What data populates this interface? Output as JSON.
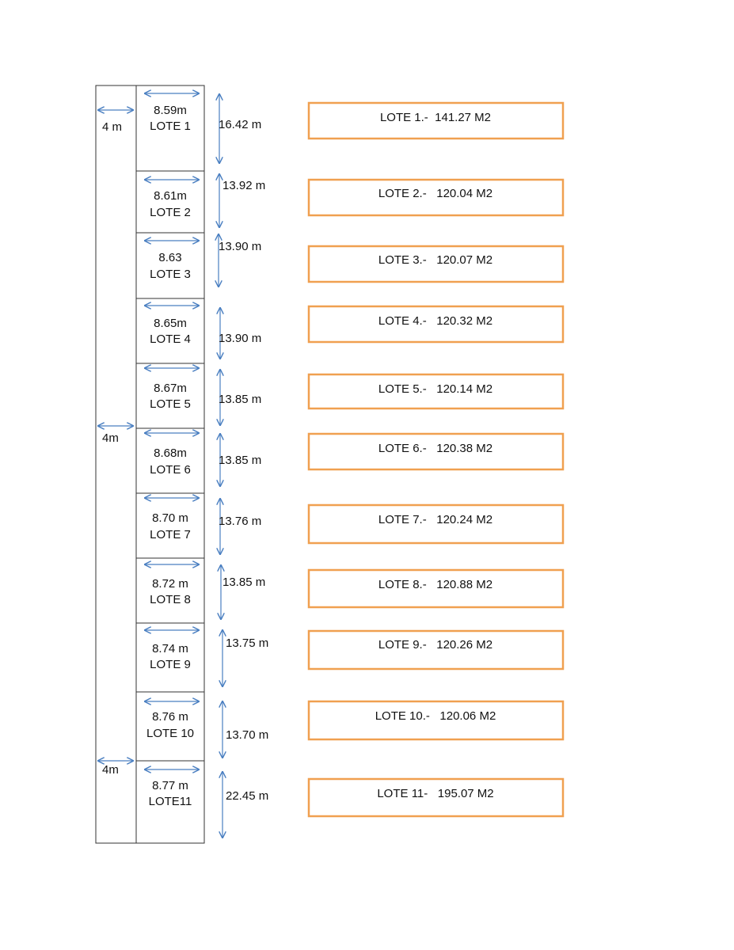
{
  "street_widths": [
    "4 m",
    "4m",
    "4m"
  ],
  "lots": [
    {
      "front": "8.59m",
      "name": "LOTE 1",
      "depth": "16.42 m",
      "area": "LOTE 1.-  141.27 M2"
    },
    {
      "front": "8.61m",
      "name": "LOTE 2",
      "depth": "13.92 m",
      "area": "LOTE 2.-   120.04 M2"
    },
    {
      "front": "8.63",
      "name": "LOTE 3",
      "depth": "13.90 m",
      "area": "LOTE 3.-   120.07 M2"
    },
    {
      "front": "8.65m",
      "name": "LOTE 4",
      "depth": "13.90 m",
      "area": "LOTE 4.-   120.32 M2"
    },
    {
      "front": "8.67m",
      "name": "LOTE 5",
      "depth": "13.85 m",
      "area": "LOTE 5.-   120.14 M2"
    },
    {
      "front": "8.68m",
      "name": "LOTE 6",
      "depth": "13.85 m",
      "area": "LOTE 6.-   120.38 M2"
    },
    {
      "front": "8.70 m",
      "name": "LOTE 7",
      "depth": "13.76 m",
      "area": "LOTE 7.-   120.24 M2"
    },
    {
      "front": "8.72 m",
      "name": "LOTE 8",
      "depth": "13.85 m",
      "area": "LOTE 8.-   120.88 M2"
    },
    {
      "front": "8.74 m",
      "name": "LOTE 9",
      "depth": "13.75 m",
      "area": "LOTE 9.-   120.26 M2"
    },
    {
      "front": "8.76 m",
      "name": "LOTE 10",
      "depth": "13.70 m",
      "area": "LOTE 10.-   120.06 M2"
    },
    {
      "front": "8.77 m",
      "name": "LOTE11",
      "depth": "22.45 m",
      "area": "LOTE 11-   195.07 M2"
    }
  ],
  "colors": {
    "arrow": "#4a7fc1",
    "box_border": "#f0a050",
    "line": "#333333"
  }
}
